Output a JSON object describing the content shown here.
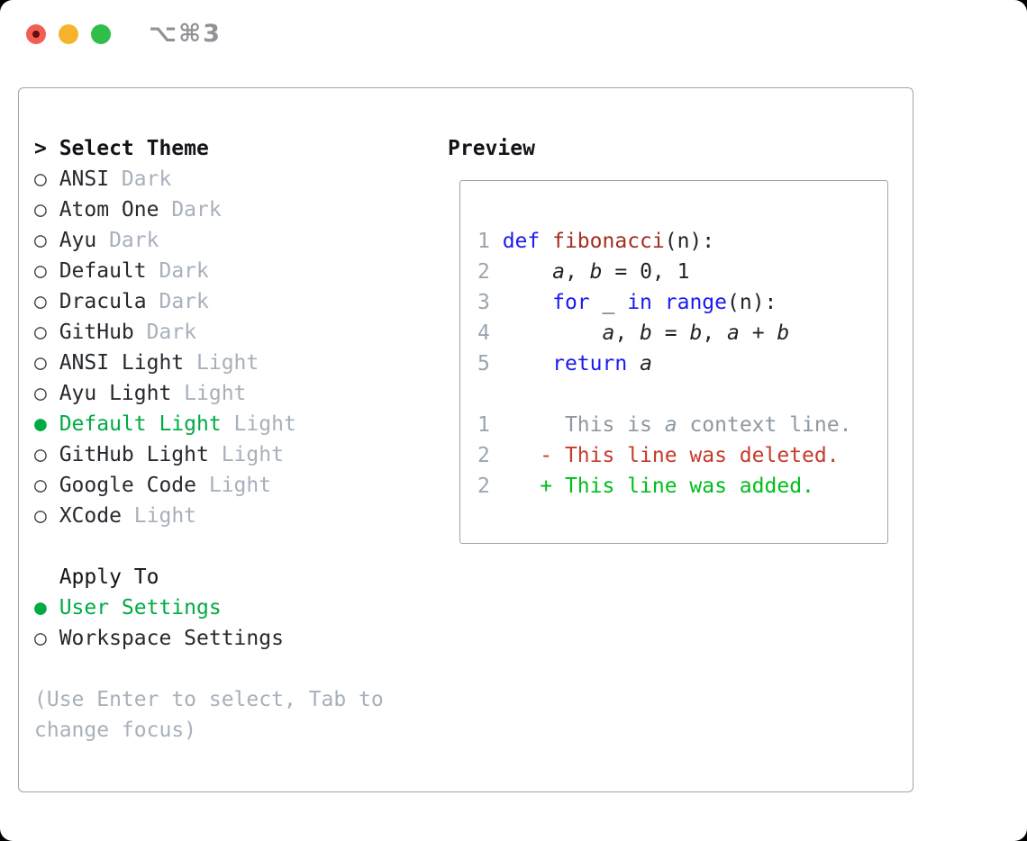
{
  "window": {
    "shortcut_label": "⌥⌘3"
  },
  "left_panel": {
    "header_marker": ">",
    "header": "Select Theme",
    "themes": [
      {
        "name": "ANSI",
        "tag": "Dark",
        "selected": false
      },
      {
        "name": "Atom One",
        "tag": "Dark",
        "selected": false
      },
      {
        "name": "Ayu",
        "tag": "Dark",
        "selected": false
      },
      {
        "name": "Default",
        "tag": "Dark",
        "selected": false
      },
      {
        "name": "Dracula",
        "tag": "Dark",
        "selected": false
      },
      {
        "name": "GitHub",
        "tag": "Dark",
        "selected": false
      },
      {
        "name": "ANSI Light",
        "tag": "Light",
        "selected": false
      },
      {
        "name": "Ayu Light",
        "tag": "Light",
        "selected": false
      },
      {
        "name": "Default Light",
        "tag": "Light",
        "selected": true
      },
      {
        "name": "GitHub Light",
        "tag": "Light",
        "selected": false
      },
      {
        "name": "Google Code",
        "tag": "Light",
        "selected": false
      },
      {
        "name": "XCode",
        "tag": "Light",
        "selected": false
      }
    ],
    "markers": {
      "selected": "●",
      "unselected": "○"
    },
    "apply_to": {
      "header": "Apply To",
      "options": [
        {
          "label": "User Settings",
          "selected": true
        },
        {
          "label": "Workspace Settings",
          "selected": false
        }
      ]
    },
    "help": [
      "(Use Enter to select, Tab to",
      "change focus)"
    ]
  },
  "preview_panel": {
    "header": "Preview",
    "code_lines": [
      [
        [
          "1 ",
          "n"
        ],
        [
          "def",
          "k"
        ],
        [
          " ",
          "p"
        ],
        [
          "fibonacci",
          "f"
        ],
        [
          "(n):",
          "p"
        ]
      ],
      [
        [
          "2",
          "n"
        ],
        [
          "     ",
          "p"
        ],
        [
          "a",
          "v"
        ],
        [
          ", ",
          "p"
        ],
        [
          "b",
          "v"
        ],
        [
          " = 0, 1",
          "p"
        ]
      ],
      [
        [
          "3",
          "n"
        ],
        [
          "     ",
          "p"
        ],
        [
          "for",
          "k"
        ],
        [
          " _ ",
          "p"
        ],
        [
          "in",
          "k"
        ],
        [
          " ",
          "p"
        ],
        [
          "range",
          "k"
        ],
        [
          "(n):",
          "p"
        ]
      ],
      [
        [
          "4",
          "n"
        ],
        [
          "         ",
          "p"
        ],
        [
          "a",
          "v"
        ],
        [
          ", ",
          "p"
        ],
        [
          "b",
          "v"
        ],
        [
          " = ",
          "p"
        ],
        [
          "b",
          "v"
        ],
        [
          ", ",
          "p"
        ],
        [
          "a",
          "v"
        ],
        [
          " + ",
          "p"
        ],
        [
          "b",
          "v"
        ]
      ],
      [
        [
          "5",
          "n"
        ],
        [
          "     ",
          "p"
        ],
        [
          "return",
          "k"
        ],
        [
          " ",
          "p"
        ],
        [
          "a",
          "v"
        ]
      ]
    ],
    "diff_lines": [
      [
        [
          "1",
          "n"
        ],
        [
          "      ",
          "p"
        ],
        [
          "This is ",
          "c"
        ],
        [
          "a",
          "ci"
        ],
        [
          " context line.",
          "c"
        ]
      ],
      [
        [
          "2",
          "n"
        ],
        [
          "    ",
          "p"
        ],
        [
          "- This line was deleted.",
          "d"
        ]
      ],
      [
        [
          "2",
          "n"
        ],
        [
          "    ",
          "p"
        ],
        [
          "+ This line was added.",
          "a"
        ]
      ]
    ]
  },
  "colors": {
    "accent_green": "#00ab44",
    "keyword_blue": "#1a1aef",
    "function_red": "#a42e20",
    "diff_deleted_red": "#c53b2c",
    "diff_added_green": "#00bd1d",
    "muted_gray": "#a7b0bb",
    "border_gray": "#9ba4ae",
    "traffic_red": "#f35e53",
    "traffic_yellow": "#f6b42c",
    "traffic_green": "#2fbf48"
  }
}
